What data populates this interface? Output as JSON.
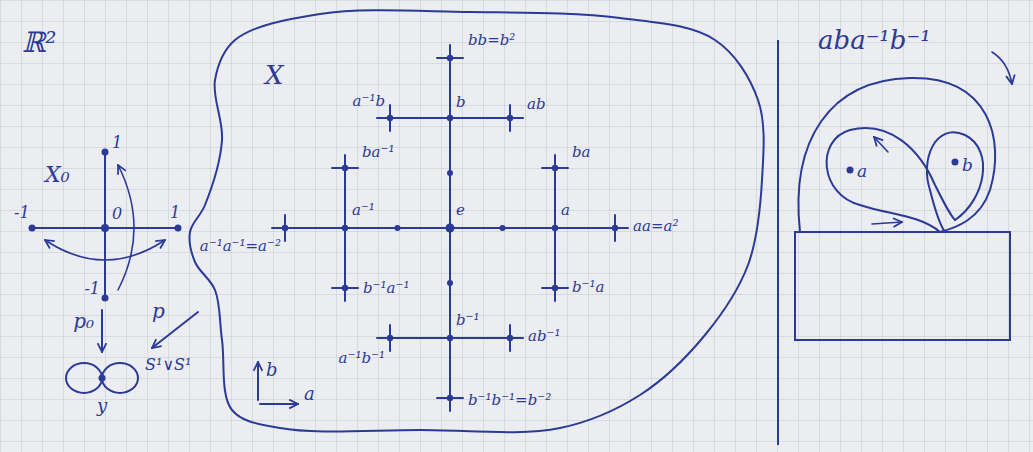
{
  "diagram": {
    "nodes": [
      {
        "text": [
          "X"
        ]
      }
    ],
    "labels": [
      "ℝ²",
      "X₀",
      "1",
      "-1",
      "0",
      "1",
      "-1",
      "p₀",
      "p",
      "S¹∨S¹",
      "y",
      "bb=b²",
      "a⁻¹b",
      "b",
      "ab",
      "ba⁻¹",
      "ba",
      "a⁻¹",
      "e",
      "a",
      "aa=a²",
      "a⁻¹a⁻¹=a⁻²",
      "b⁻¹a⁻¹",
      "b⁻¹a",
      "b⁻¹",
      "a⁻¹b⁻¹",
      "ab⁻¹",
      "b⁻¹b⁻¹=b⁻²",
      "b",
      "a",
      "aba⁻¹b⁻¹",
      "a",
      "b"
    ]
  }
}
